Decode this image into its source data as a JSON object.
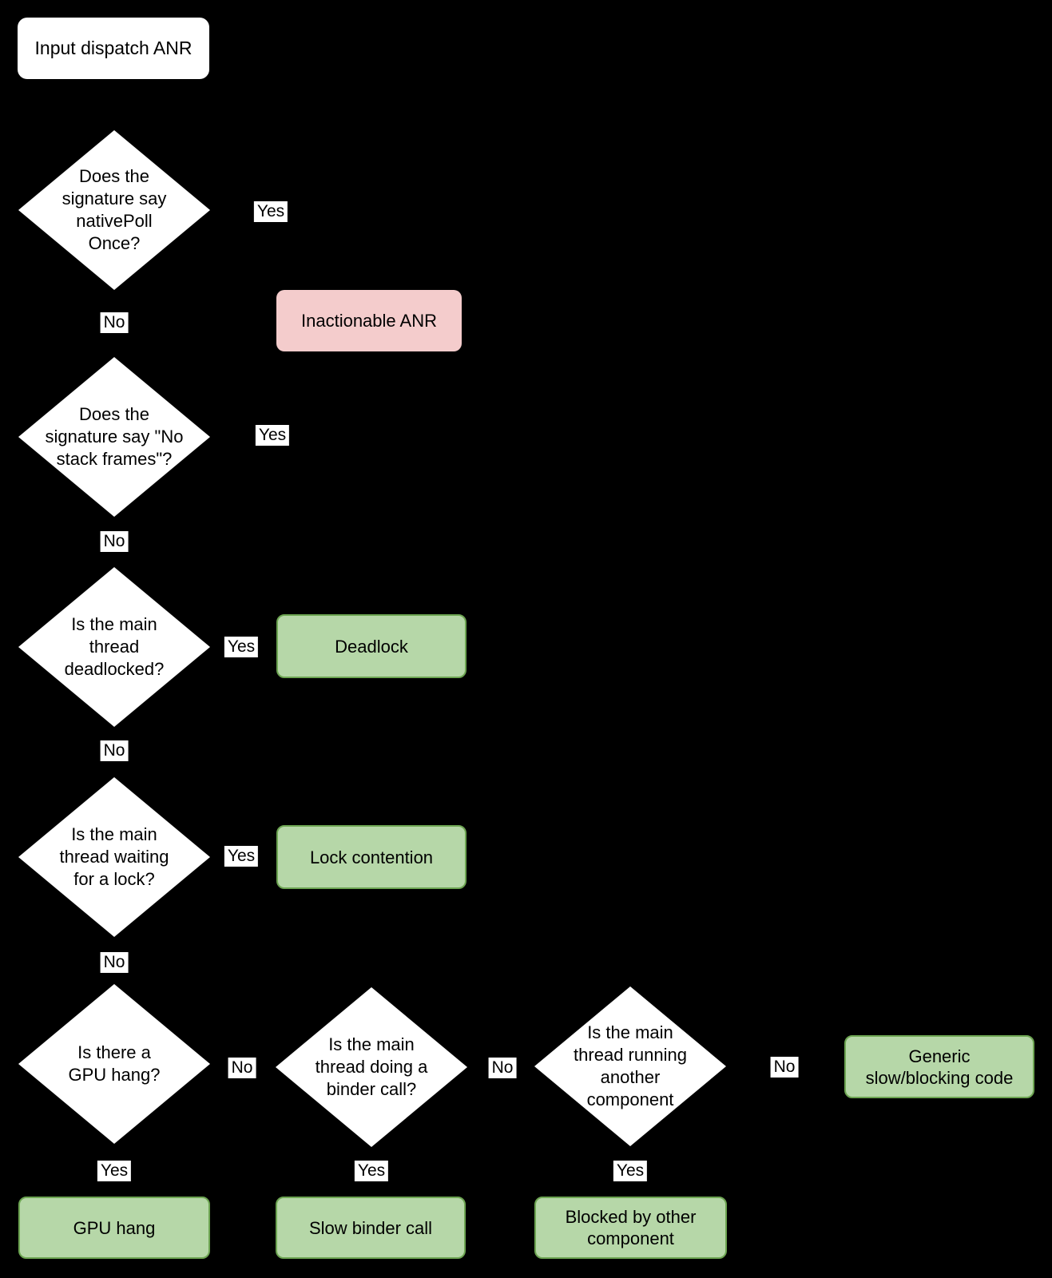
{
  "colors": {
    "background": "#000000",
    "node_fill": "#ffffff",
    "text": "#000000",
    "outcome_green_fill": "#b6d7a8",
    "outcome_green_border": "#6da552",
    "outcome_pink_fill": "#f4cccc"
  },
  "start": {
    "label": "Input dispatch ANR"
  },
  "decisions": [
    {
      "label": "Does the\nsignature say\nnativePoll\nOnce?"
    },
    {
      "label": "Does the\nsignature say \"No\nstack frames\"?"
    },
    {
      "label": "Is the main\nthread\ndeadlocked?"
    },
    {
      "label": "Is the main\nthread waiting\nfor a lock?"
    },
    {
      "label": "Is there a\nGPU hang?"
    },
    {
      "label": "Is the main\nthread doing a\nbinder call?"
    },
    {
      "label": "Is the main\nthread running\nanother\ncomponent"
    }
  ],
  "outcomes": {
    "inactionable": {
      "label": "Inactionable ANR"
    },
    "deadlock": {
      "label": "Deadlock"
    },
    "lock_contention": {
      "label": "Lock contention"
    },
    "gpu_hang": {
      "label": "GPU hang"
    },
    "slow_binder": {
      "label": "Slow binder call"
    },
    "blocked_by_other": {
      "label": "Blocked by other\ncomponent"
    },
    "generic_slow": {
      "label": "Generic\nslow/blocking code"
    }
  },
  "edge_labels": {
    "yes": "Yes",
    "no": "No"
  }
}
